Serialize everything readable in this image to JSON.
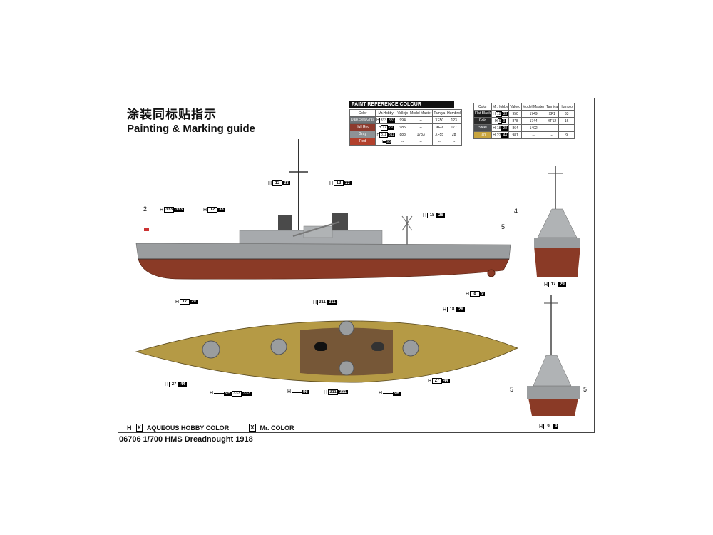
{
  "title_cn": "涂装同标贴指示",
  "title_en": "Painting & Marking guide",
  "paint_table": {
    "header": "PAINT  REFERENCE COLOUR",
    "columns": [
      "Color",
      "Mr.Hobby",
      "Vallejo",
      "Model Master",
      "Tamiya",
      "Humbrol"
    ],
    "left_rows": [
      {
        "swatch": "Dark Sea Gray",
        "swatch_color": "#6f7478",
        "code1": "H",
        "code2": "333",
        "code3": "333",
        "vallejo": "994",
        "mm": "--",
        "tamiya": "XF50",
        "humbrol": "123"
      },
      {
        "swatch": "Hull Red",
        "swatch_color": "#8d3a2d",
        "code1": "H",
        "code2": "17",
        "code3": "29",
        "vallejo": "985",
        "mm": "--",
        "tamiya": "XF9",
        "humbrol": "177"
      },
      {
        "swatch": "Gray",
        "swatch_color": "#8e9295",
        "code1": "H",
        "code2": "311",
        "code3": "311",
        "vallejo": "883",
        "mm": "1733",
        "tamiya": "XF55",
        "humbrol": "28"
      },
      {
        "swatch": "Red",
        "swatch_color": "#b2402c",
        "code1": "H",
        "code2": "",
        "code3": "96",
        "vallejo": "--",
        "mm": "--",
        "tamiya": "--",
        "humbrol": "--"
      }
    ],
    "right_rows": [
      {
        "swatch": "Flat Black",
        "swatch_color": "#1a1a1a",
        "code1": "H",
        "code2": "12",
        "code3": "33",
        "vallejo": "950",
        "mm": "1749",
        "tamiya": "XF1",
        "humbrol": "33"
      },
      {
        "swatch": "Gold",
        "swatch_color": "#2b2b2b",
        "code1": "H",
        "code2": "9",
        "code3": "9",
        "vallejo": "878",
        "mm": "1744",
        "tamiya": "XF12",
        "humbrol": "16"
      },
      {
        "swatch": "Steel",
        "swatch_color": "#4d4f52",
        "code1": "H",
        "code2": "18",
        "code3": "28",
        "vallejo": "864",
        "mm": "1402",
        "tamiya": "--",
        "humbrol": "--"
      },
      {
        "swatch": "Tan",
        "swatch_color": "#c9a53e",
        "code1": "H",
        "code2": "27",
        "code3": "44",
        "vallejo": "981",
        "mm": "--",
        "tamiya": "--",
        "humbrol": "9"
      }
    ]
  },
  "labels": {
    "side_mast1": {
      "h": "H",
      "w": "12",
      "k": "33"
    },
    "side_mast2": {
      "h": "H",
      "w": "12",
      "k": "33"
    },
    "side_bow": {
      "h": "H",
      "w": "333",
      "k": "333"
    },
    "side_fwd": {
      "h": "H",
      "w": "12",
      "k": "33"
    },
    "side_aft": {
      "h": "H",
      "w": "18",
      "k": "28"
    },
    "side_hull": {
      "h": "H",
      "w": "17",
      "k": "29"
    },
    "side_prop": {
      "h": "H",
      "w": "8",
      "k": "9"
    },
    "front_hull": {
      "h": "H",
      "w": "17",
      "k": "29"
    },
    "top_mid": {
      "h": "H",
      "w": "311",
      "k": "311"
    },
    "top_aft": {
      "h": "H",
      "w": "18",
      "k": "28"
    },
    "top_deck_l": {
      "h": "H",
      "w": "27",
      "k": "44"
    },
    "top_red1": {
      "h": "H",
      "w": "",
      "k": "96"
    },
    "top_gray_l": {
      "h": "H",
      "w": "333",
      "k": "333"
    },
    "top_red2": {
      "h": "H",
      "w": "",
      "k": "96"
    },
    "top_gray_c": {
      "h": "H",
      "w": "311",
      "k": "311"
    },
    "top_red3": {
      "h": "H",
      "w": "",
      "k": "96"
    },
    "top_deck_r": {
      "h": "H",
      "w": "27",
      "k": "44"
    },
    "rear_bottom": {
      "h": "H",
      "w": "9",
      "k": "9"
    }
  },
  "numbers": {
    "n2": "2",
    "n4": "4",
    "n5": "5",
    "n5l": "5",
    "n5r": "5"
  },
  "legend": {
    "aqueous_code": "H",
    "aqueous_box": "X",
    "aqueous_label": "AQUEOUS HOBBY COLOR",
    "mr_box": "X",
    "mr_label": "Mr. COLOR"
  },
  "footer": "06706 1/700 HMS Dreadnought 1918",
  "colors": {
    "hull_gray": "#9a9d9f",
    "hull_red": "#8a3a26",
    "deck": "#b59a45",
    "funnel": "#4a4a4a"
  }
}
